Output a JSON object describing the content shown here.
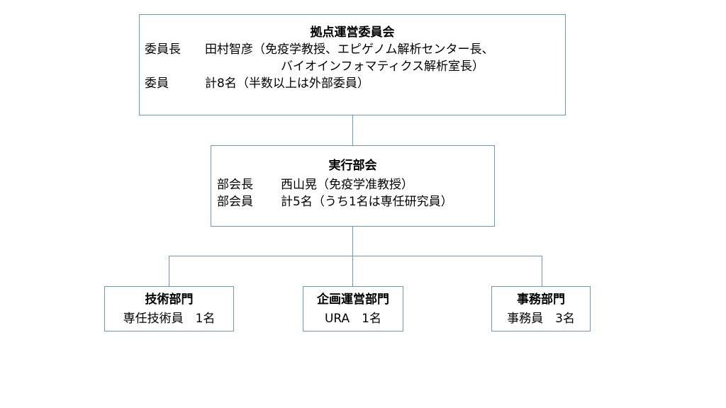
{
  "committee": {
    "title": "拠点運営委員会",
    "chair_label": "委員長",
    "chair_value": "田村智彦（免疫学教授、エピゲノム解析センター長、",
    "chair_value_cont": "バイオインフォマティクス解析室長）",
    "members_label": "委員",
    "members_value": "計8名（半数以上は外部委員）"
  },
  "executive": {
    "title": "実行部会",
    "chair_label": "部会長",
    "chair_value": "西山晃（免疫学准教授）",
    "members_label": "部会員",
    "members_value": "計5名（うち1名は専任研究員）"
  },
  "departments": [
    {
      "title": "技術部門",
      "detail": "専任技術員　1名"
    },
    {
      "title": "企画運営部門",
      "detail": "URA　1名"
    },
    {
      "title": "事務部門",
      "detail": "事務員　3名"
    }
  ],
  "colors": {
    "border": "#6f97c4",
    "connector": "#6f97c4"
  }
}
